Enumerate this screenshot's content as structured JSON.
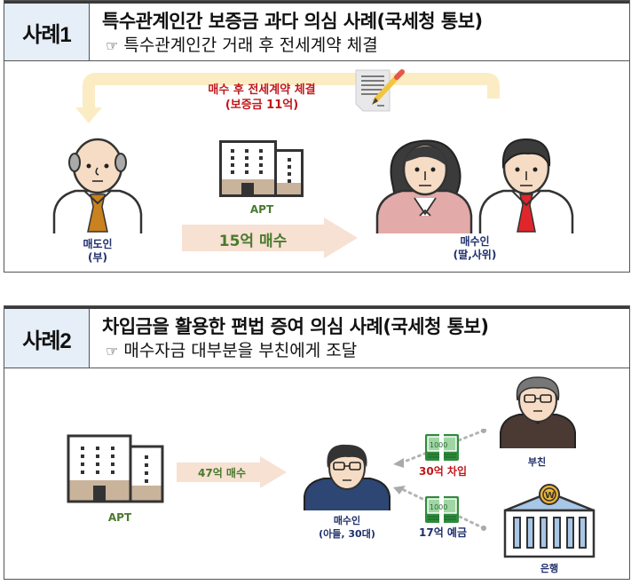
{
  "case1": {
    "label": "사례1",
    "title": "특수관계인간 보증금 과다 의심 사례(국세청 통보)",
    "subtitle_icon": "☞",
    "subtitle": "특수관계인간 거래 후 전세계약 체결",
    "diagram": {
      "top_arrow_label_line1": "매수 후 전세계약 체결",
      "top_arrow_label_line2": "(보증금 11억)",
      "seller_label_line1": "매도인",
      "seller_label_line2": "(부)",
      "building_label": "APT",
      "purchase_arrow_label": "15억 매수",
      "buyer_label_line1": "매수인",
      "buyer_label_line2": "(딸,사위)"
    }
  },
  "case2": {
    "label": "사례2",
    "title": "차입금을 활용한 편법 증여 의심 사례(국세청 통보)",
    "subtitle_icon": "☞",
    "subtitle": "매수자금 대부분을 부친에게 조달",
    "diagram": {
      "building_label": "APT",
      "purchase_arrow_label": "47억 매수",
      "buyer_label_line1": "매수인",
      "buyer_label_line2": "(아들, 30대)",
      "loan_label": "30억 차입",
      "deposit_label": "17억 예금",
      "father_label": "부친",
      "bank_label": "은행",
      "banknote_text": "1000"
    }
  },
  "colors": {
    "label_bg": "#e6eef8",
    "red_text": "#c0171b",
    "green_text": "#4a7a2e",
    "navy_text": "#1f2f6b",
    "arrow_peach": "#f7e1d3",
    "arrow_yellow": "#fbecc4"
  }
}
